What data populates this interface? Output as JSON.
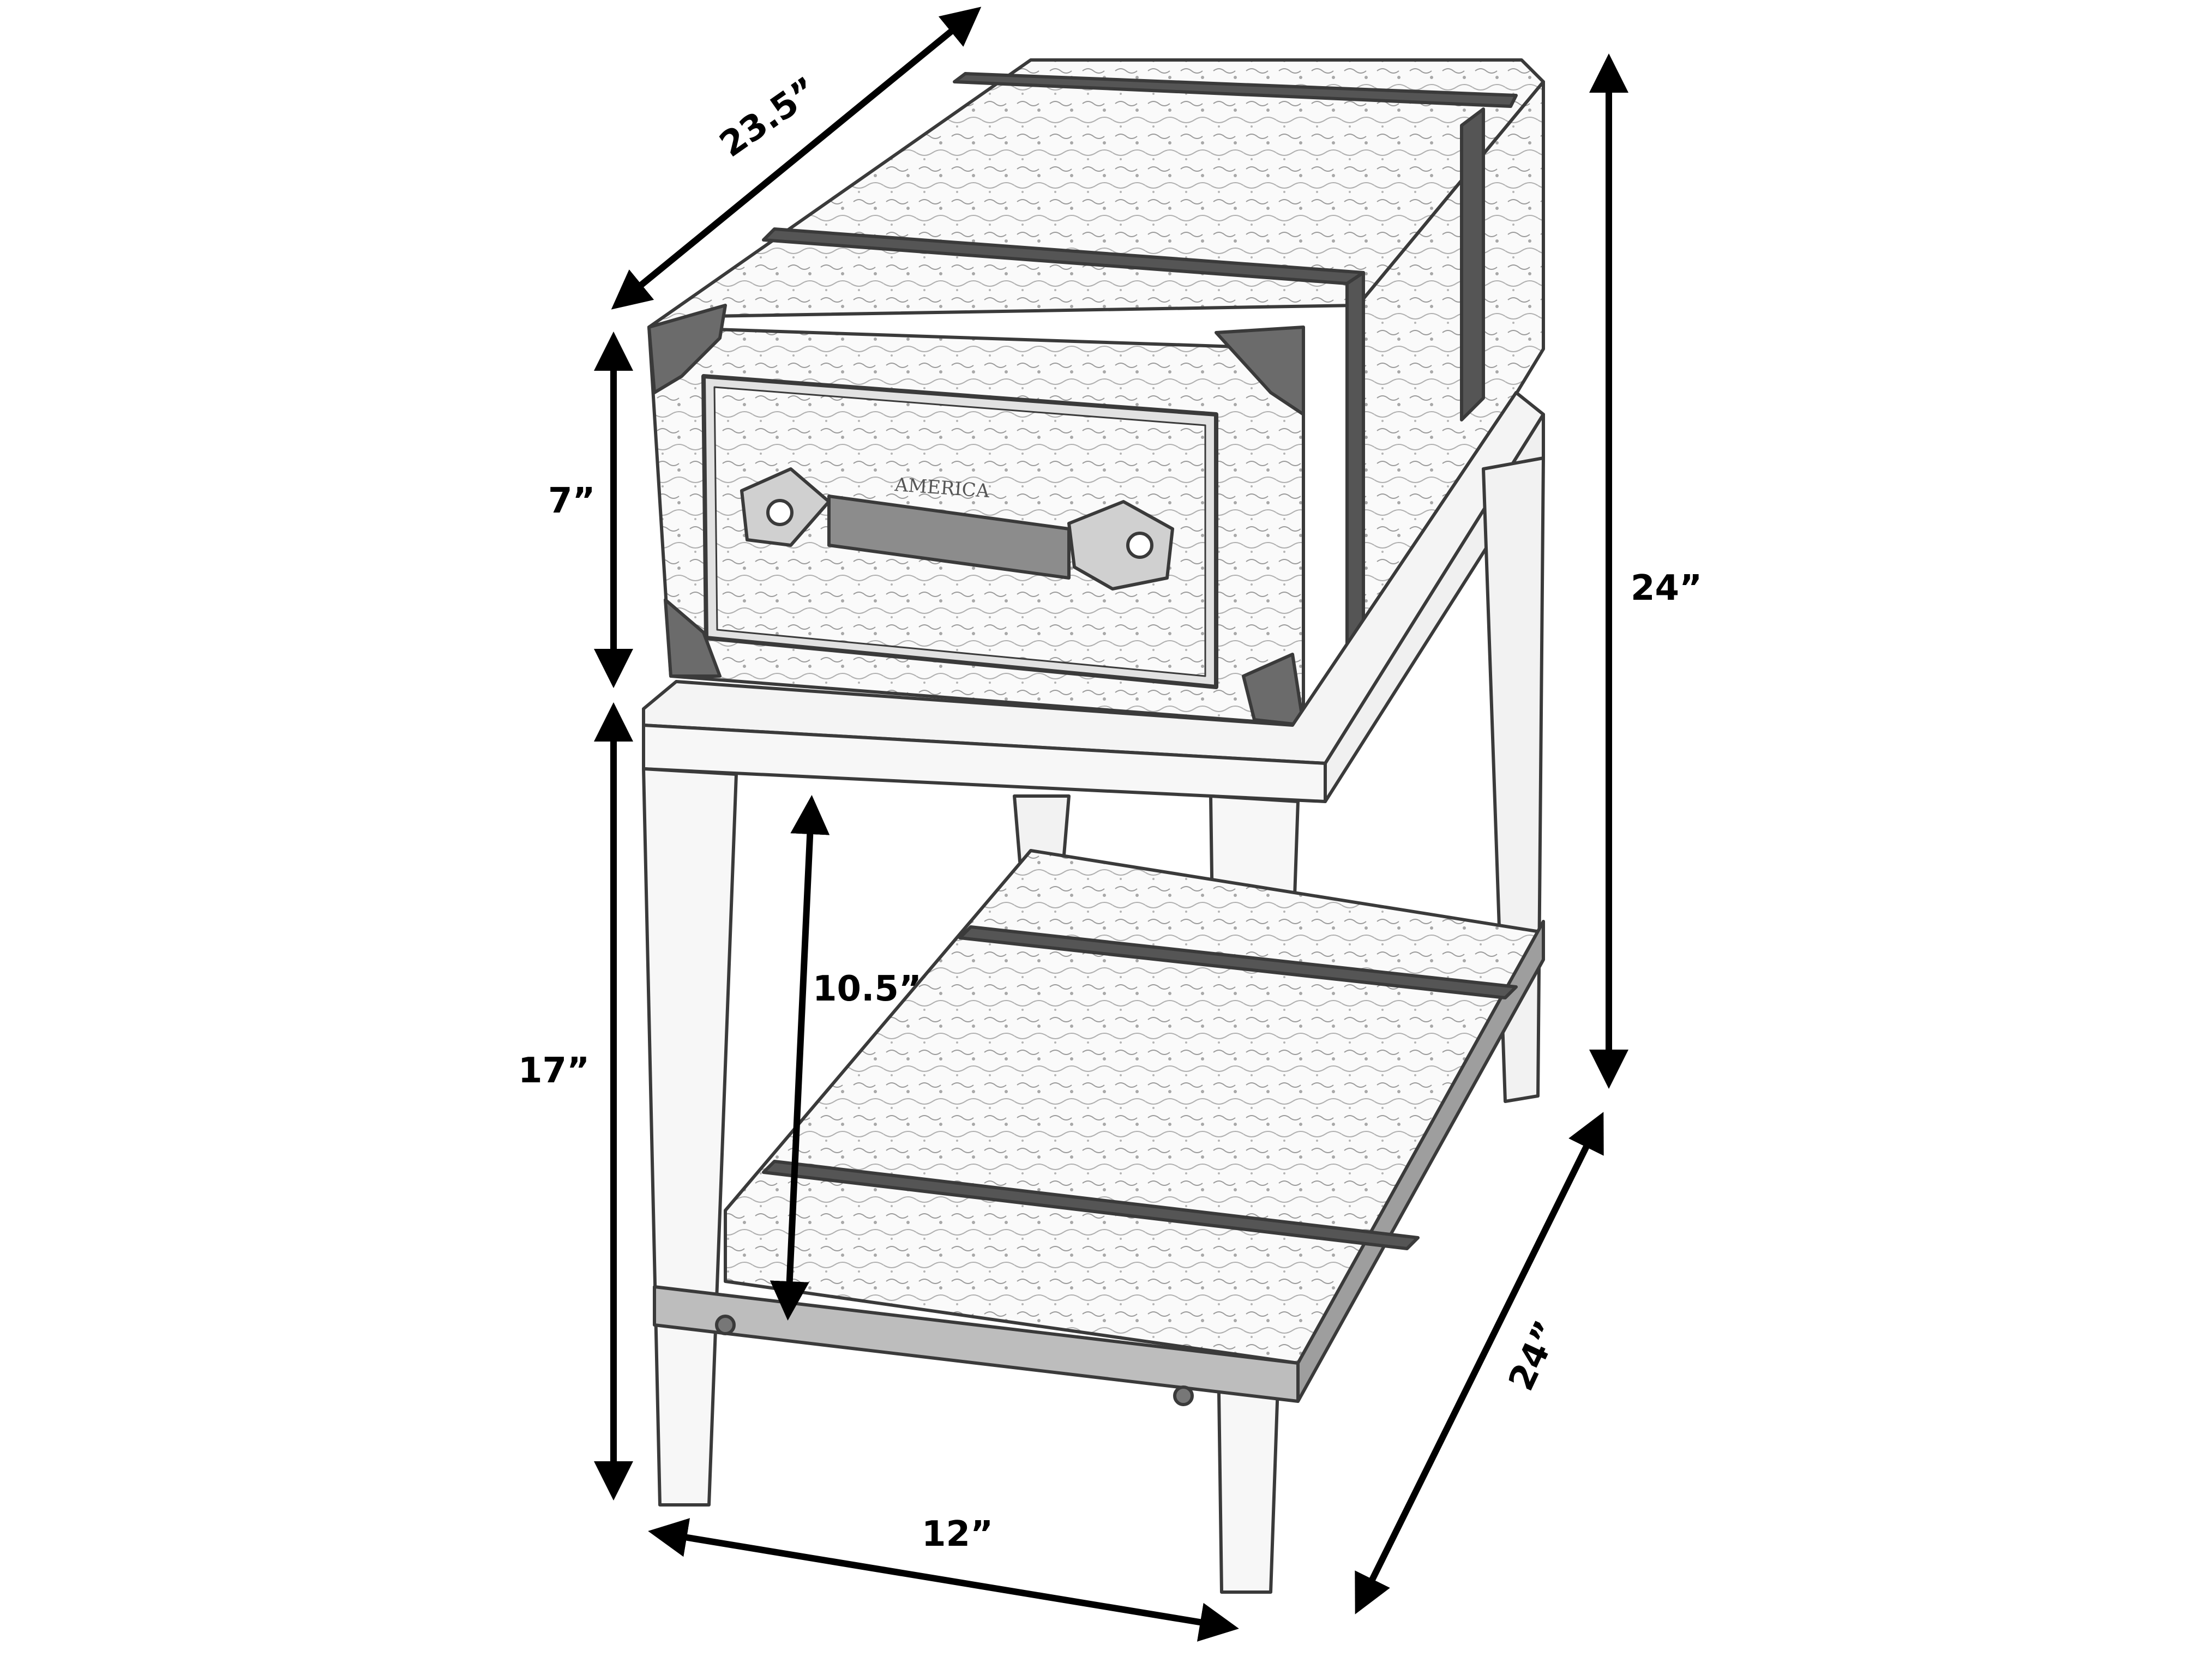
{
  "dimensions": {
    "top_depth": "23.5”",
    "drawer_height": "7”",
    "total_height": "24”",
    "shelf_clearance": "10.5”",
    "base_height": "17”",
    "width": "12”",
    "depth": "24”"
  },
  "drawer_label_text": "AMERICA",
  "colors": {
    "ink": "#000000",
    "sketch": "#3a3a3a",
    "sketch_light": "#8a8a8a",
    "paper": "#ffffff",
    "metal": "#6b6b6b"
  }
}
